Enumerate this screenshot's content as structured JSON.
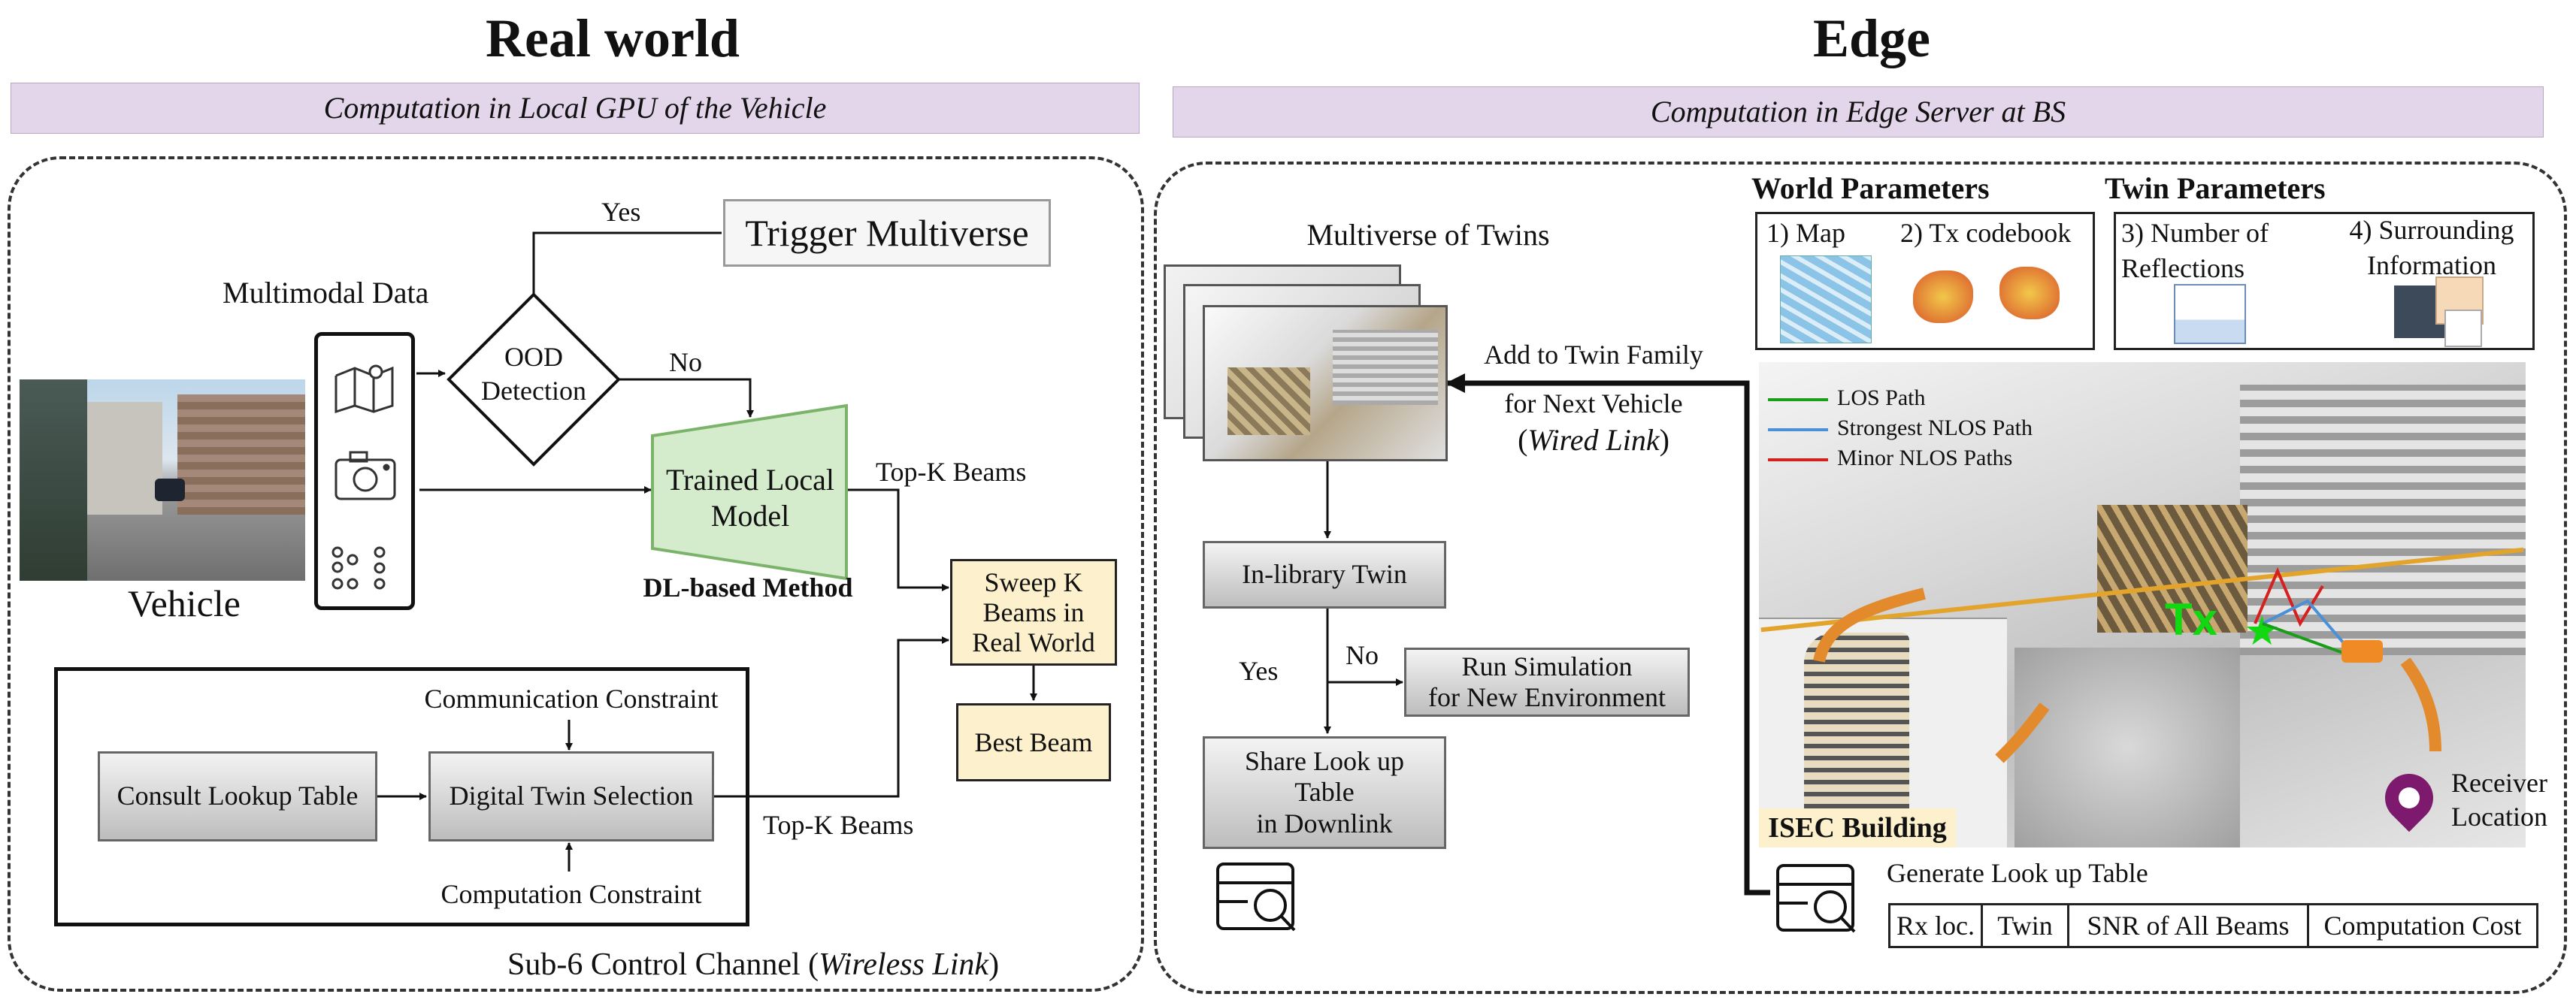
{
  "left": {
    "title": "Real world",
    "banner": "Computation in Local GPU of the Vehicle",
    "vehicle_label": "Vehicle",
    "multimodal_label": "Multimodal Data",
    "ood_label_1": "OOD",
    "ood_label_2": "Detection",
    "yes_label": "Yes",
    "no_label": "No",
    "trigger_label": "Trigger Multiverse",
    "model_label_1": "Trained Local",
    "model_label_2": "Model",
    "dl_method": "DL-based Method",
    "topk_1": "Top-K Beams",
    "topk_2": "Top-K Beams",
    "sweep_1": "Sweep K",
    "sweep_2": "Beams in",
    "sweep_3": "Real World",
    "best_beam": "Best Beam",
    "comm_constraint": "Communication Constraint",
    "comp_constraint": "Computation Constraint",
    "lookup": "Consult Lookup Table",
    "twin_selection": "Digital Twin Selection",
    "channel_prefix": "Sub-6 Control Channel (",
    "channel_italic": "Wireless Link",
    "channel_suffix": ")"
  },
  "right": {
    "title": "Edge",
    "banner": "Computation in Edge Server at BS",
    "multiverse": "Multiverse of Twins",
    "add_1": "Add to Twin Family",
    "add_2": "for Next Vehicle",
    "wired_open": "(",
    "wired_italic": "Wired Link",
    "wired_close": ")",
    "inlibrary": "In-library Twin",
    "yes_label": "Yes",
    "no_label": "No",
    "run_1": "Run Simulation",
    "run_2": "for New Environment",
    "share_1": "Share Look up",
    "share_2": "Table",
    "share_3": "in Downlink",
    "world_params": "World Parameters",
    "twin_params": "Twin Parameters",
    "map": "1) Map",
    "codebook": "2) Tx codebook",
    "reflections_1": "3) Number of",
    "reflections_2": "Reflections",
    "surround_1": "4) Surrounding",
    "surround_2": "Information",
    "legend": [
      {
        "label": "LOS Path",
        "color": "#1a9e1a"
      },
      {
        "label": "Strongest NLOS Path",
        "color": "#4a90d9"
      },
      {
        "label": "Minor NLOS Paths",
        "color": "#d62020"
      }
    ],
    "tx_label": "Tx",
    "isec": "ISEC Building",
    "receiver_1": "Receiver",
    "receiver_2": "Location",
    "generate": "Generate Look up Table",
    "table_cols": [
      "Rx loc.",
      "Twin",
      "SNR of All Beams",
      "Computation Cost"
    ]
  }
}
